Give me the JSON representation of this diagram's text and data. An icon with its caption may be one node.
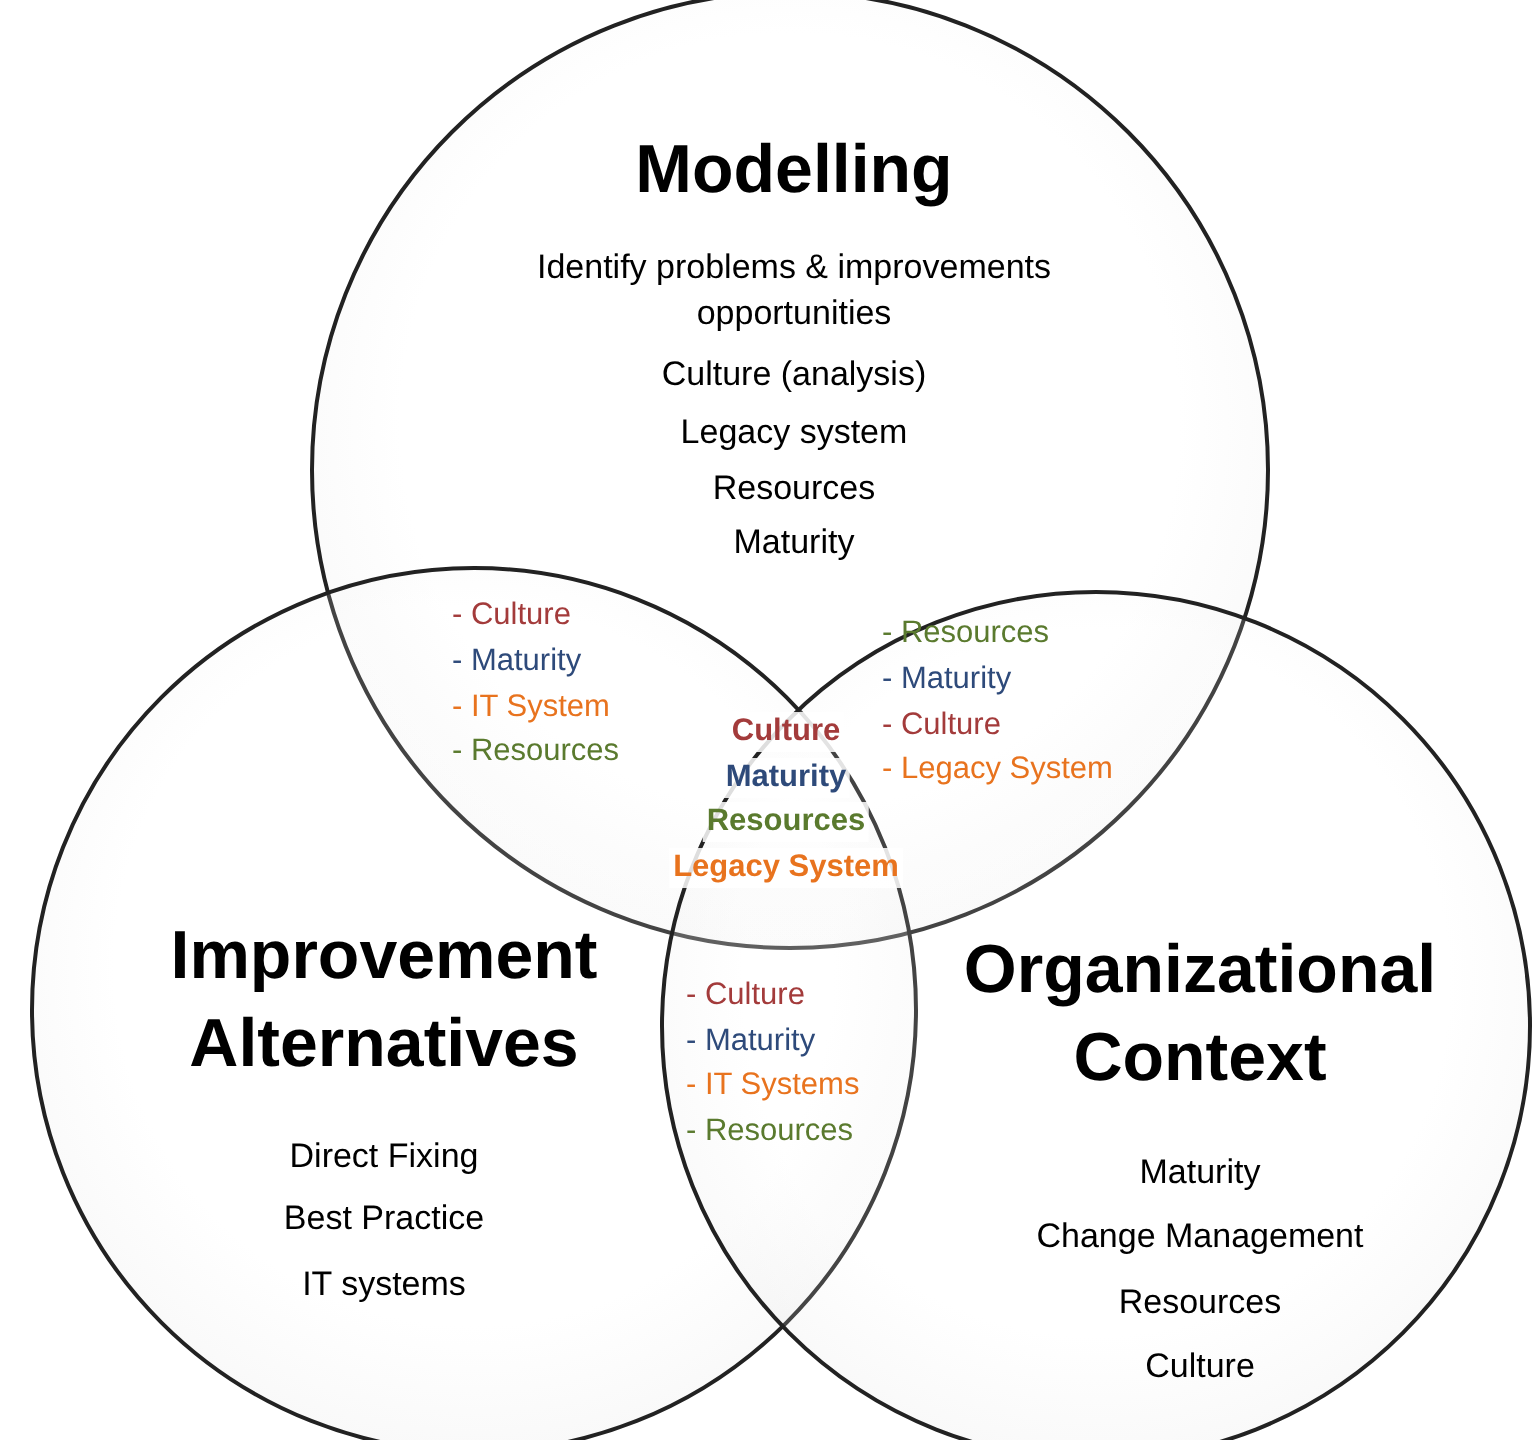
{
  "diagram": {
    "nodes": [
      {
        "text": [
          "Modelling",
          "Identify problems & improvements opportunities",
          "Culture (analysis)",
          "Legacy system",
          "Resources",
          "Maturity"
        ]
      },
      {
        "text": [
          "Improvement Alternatives",
          "Direct Fixing",
          "Best Practice",
          "IT systems"
        ]
      },
      {
        "text": [
          "Organizational Context",
          "Maturity",
          "Change Management",
          "Resources",
          "Culture"
        ]
      }
    ],
    "labels": [
      "- Culture",
      "- Maturity",
      "- IT System",
      "- Resources",
      "- Resources",
      "- Maturity",
      "- Culture",
      "- Legacy System",
      "Culture",
      "Maturity",
      "Resources",
      "Legacy System",
      "- Culture",
      "- Maturity",
      "- IT Systems",
      "- Resources"
    ]
  }
}
